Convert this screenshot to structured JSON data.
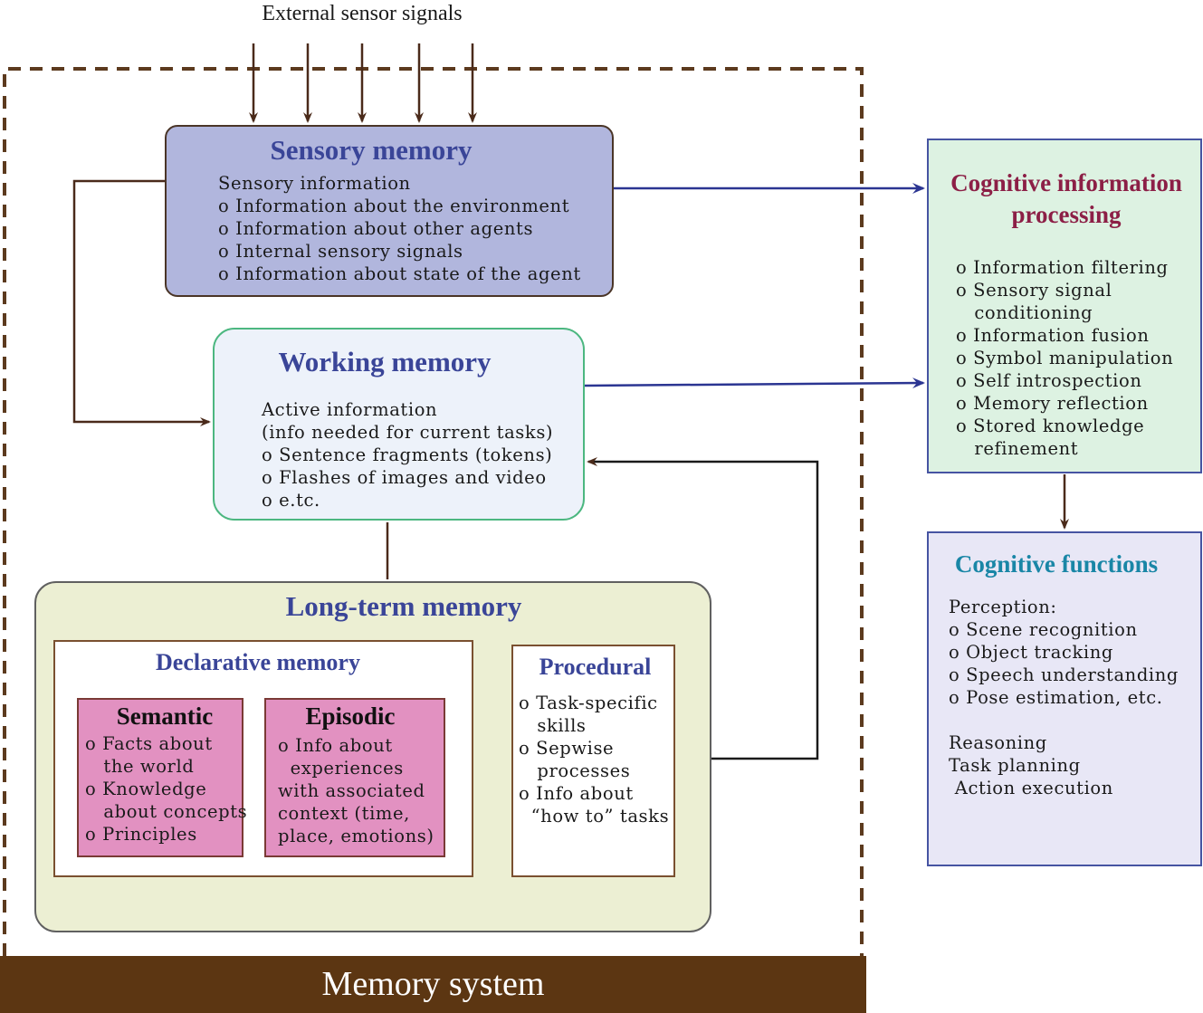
{
  "external_label": "External sensor signals",
  "sensory": {
    "title": "Sensory memory",
    "body": "Sensory information\no Information about the environment\no Information about other agents\no Internal sensory signals\no Information about state of the agent"
  },
  "working": {
    "title": "Working memory",
    "body": "Active information\n(info needed for current tasks)\no Sentence fragments (tokens)\no Flashes of images and video\no e.tc."
  },
  "longterm": {
    "title": "Long-term memory",
    "declarative": {
      "title": "Declarative memory",
      "semantic": {
        "title": "Semantic",
        "body": "o Facts about\n   the world\no Knowledge\n   about concepts\no Principles"
      },
      "episodic": {
        "title": "Episodic",
        "body": "o Info about\n  experiences\nwith associated\ncontext (time,\nplace, emotions)"
      }
    },
    "procedural": {
      "title": "Procedural",
      "body": "o Task-specific\n   skills\no Sepwise\n   processes\no Info about\n  “how to” tasks"
    }
  },
  "cognitive_processing": {
    "title": "Cognitive information\nprocessing",
    "body": "o Information filtering\no Sensory signal\n   conditioning\no Information fusion\no Symbol manipulation\no Self introspection\no Memory reflection\no Stored knowledge\n   refinement"
  },
  "cognitive_functions": {
    "title": "Cognitive functions",
    "body": "Perception:\no Scene recognition\no Object tracking\no Speech understanding\no Pose estimation, etc.\n\nReasoning\nTask planning\n Action execution"
  },
  "footer": "Memory system",
  "colors": {
    "sensory_fill": "#b1b6dd",
    "working_fill": "#edf2fa",
    "working_border": "#4cb780",
    "longterm_fill": "#ecefd3",
    "memory_subtype_fill": "#e291c1",
    "cognitive_processing_fill": "#ddf2e2",
    "cognitive_functions_fill": "#e8e7f6",
    "title_blue": "#3a4598",
    "title_maroon": "#8c1f46",
    "title_teal": "#1986a6",
    "arrow_brown": "#4a2a1a",
    "arrow_blue": "#2b3592",
    "footer_fill": "#5c3612"
  }
}
